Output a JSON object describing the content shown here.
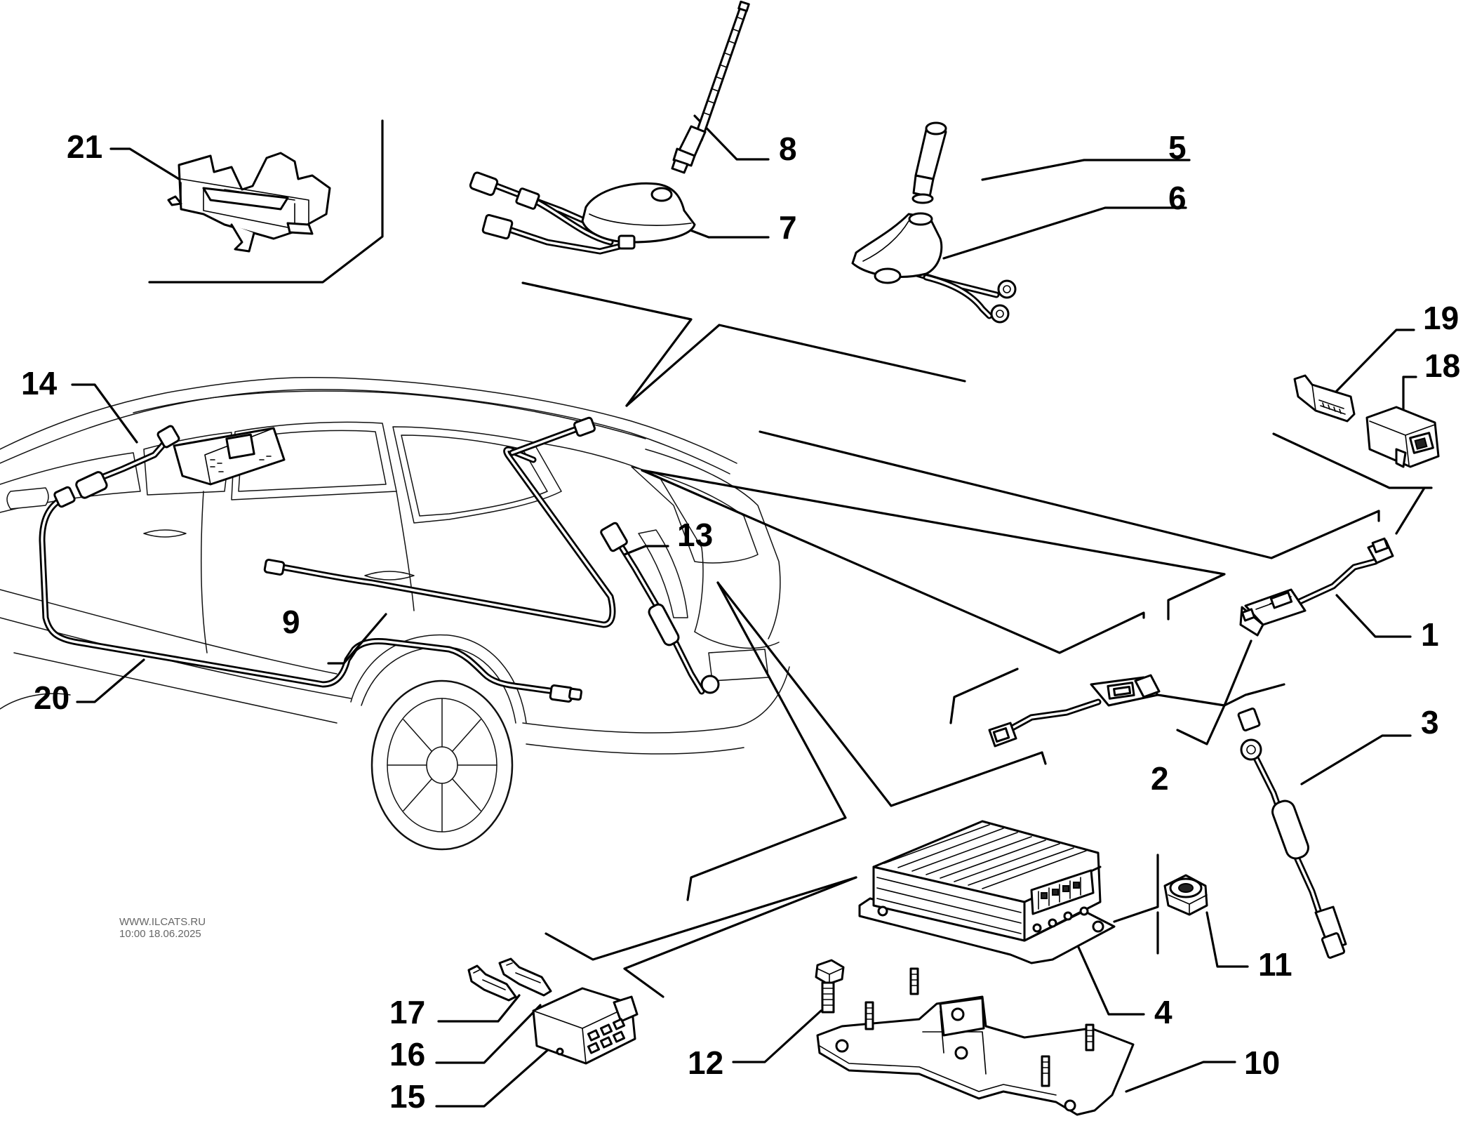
{
  "watermark": {
    "site": "WWW.ILCATS.RU",
    "timestamp": "10:00 18.06.2025"
  },
  "callouts": [
    {
      "id": "c1",
      "label": "1"
    },
    {
      "id": "c2",
      "label": "2"
    },
    {
      "id": "c3",
      "label": "3"
    },
    {
      "id": "c4",
      "label": "4"
    },
    {
      "id": "c5",
      "label": "5"
    },
    {
      "id": "c6",
      "label": "6"
    },
    {
      "id": "c7",
      "label": "7"
    },
    {
      "id": "c8",
      "label": "8"
    },
    {
      "id": "c9",
      "label": "9"
    },
    {
      "id": "c10",
      "label": "10"
    },
    {
      "id": "c11",
      "label": "11"
    },
    {
      "id": "c12",
      "label": "12"
    },
    {
      "id": "c13",
      "label": "13"
    },
    {
      "id": "c14",
      "label": "14"
    },
    {
      "id": "c15",
      "label": "15"
    },
    {
      "id": "c16",
      "label": "16"
    },
    {
      "id": "c17",
      "label": "17"
    },
    {
      "id": "c18",
      "label": "18"
    },
    {
      "id": "c19",
      "label": "19"
    },
    {
      "id": "c20",
      "label": "20"
    },
    {
      "id": "c21",
      "label": "21"
    }
  ]
}
